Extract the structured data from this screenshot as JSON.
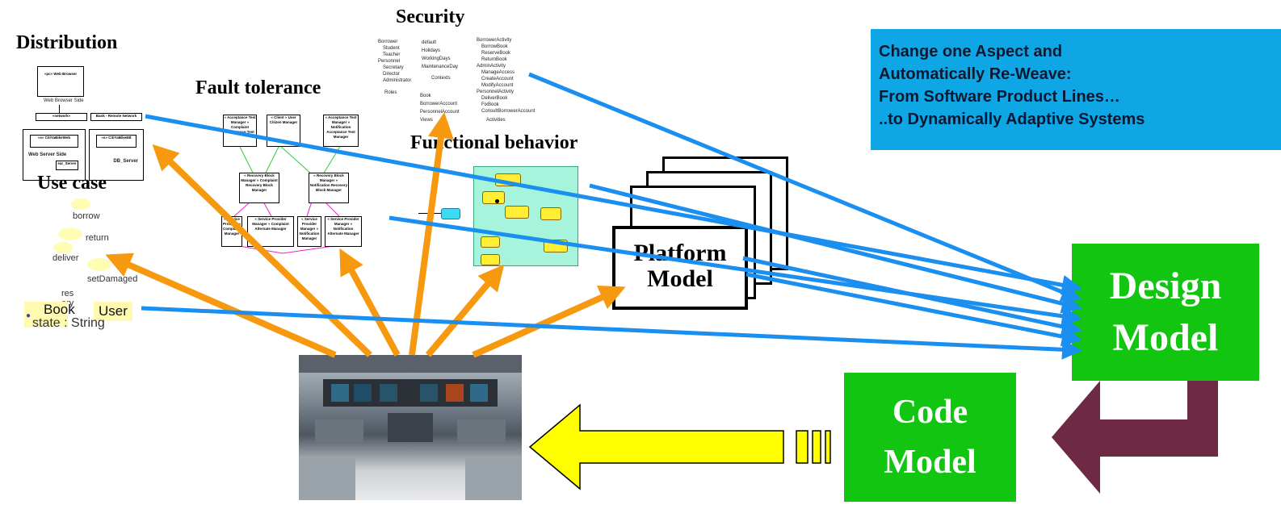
{
  "aspects": {
    "distribution": "Distribution",
    "fault_tolerance": "Fault tolerance",
    "security": "Security",
    "functional_behavior": "Functional behavior",
    "use_case": "Use case"
  },
  "callout": {
    "line1": "Change one Aspect and",
    "line2": "Automatically Re-Weave:",
    "line3": "From Software Product Lines…",
    "line4": " ..to Dynamically Adaptive Systems"
  },
  "design_model": {
    "line1": "Design",
    "line2": "Model"
  },
  "code_model": {
    "line1": "Code",
    "line2": "Model"
  },
  "platform_model": {
    "line1": "Platform",
    "line2": "Model"
  },
  "use_case_labels": {
    "borrow": "borrow",
    "return": "return",
    "deliver": "deliver",
    "set_damaged": "setDamaged",
    "res": "res",
    "ery": "ery",
    "book": "Book",
    "user": "User",
    "state": "state : String"
  },
  "security_labels": {
    "roles": "Roles",
    "contexts": "Contexts",
    "views": "Views",
    "activities": "Activities",
    "role_items": [
      "Borrower",
      "Student",
      "Teacher",
      "Personnel",
      "Secretary",
      "Director",
      "Administrator"
    ],
    "context_items": [
      "default",
      "Holidays",
      "WorkingDays",
      "MaintenanceDay"
    ],
    "view_items": [
      "Book",
      "BorrowerAccount",
      "PersonnelAccount"
    ],
    "activity_items": [
      "BorrowerActivity",
      "BorrowBook",
      "ReserveBook",
      "ReturnBook",
      "AdminActivity",
      "ManageAccess",
      "CreateAccount",
      "ModifyAccount",
      "PersonnelActivity",
      "DeliverBook",
      "FixBook",
      "ConsultBorrowerAccount"
    ]
  },
  "fault_labels": {
    "b1": "« Acceptance Test Manager » Complaint Acceptance Test",
    "b2": "« Client » User Citizen Manager",
    "b3": "« Acceptance Test Manager » Notification Acceptance Test Manager",
    "b4": "« Recovery Block Manager » Complaint Recovery Block Manager",
    "b5": "« Recovery Block Manager » Notification Recovery Block Manager",
    "b6": "« Service Provider » Complaint Manager",
    "b7": "« Service Provider Manager » Complaint Alternate Manager",
    "b8": "« Service Provider Manager » Notification Manager",
    "b9": "« Service Provider Manager » Notification Alternate Manager"
  },
  "distribution_labels": {
    "browser": "«pc» Web Browser",
    "side": "Web Browser Side",
    "net1": "«network»",
    "net2": "Bank - Remote Network",
    "s1": "«s» CitiYaBikeWeb",
    "s2": "«s» CitiYaBikeEB",
    "web_server": "Web Server Side",
    "ejb": "ear_Server",
    "srv": "DB_Server"
  },
  "colors": {
    "orange_arrow": "#f7990f",
    "blue_arrow": "#1b8ff0",
    "callout_bg": "#0fa6e6",
    "green_box": "#11c511",
    "maroon_arrow": "#6e2a45",
    "yellow_arrow": "#ffff00"
  }
}
